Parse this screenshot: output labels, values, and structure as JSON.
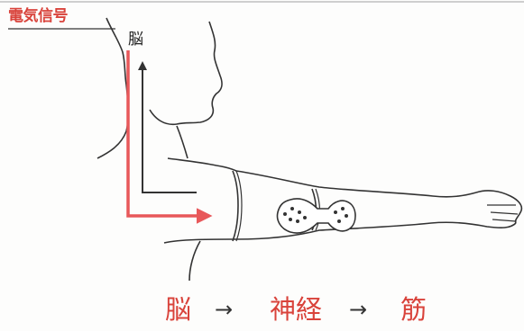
{
  "labels": {
    "electric_signal": "電気信号",
    "brain_top": "脳"
  },
  "caption": {
    "brain": "脳",
    "arrow1": "→",
    "nerve": "神経",
    "arrow2": "→",
    "muscle": "筋"
  },
  "colors": {
    "accent": "#d9433b",
    "line": "#333333"
  }
}
